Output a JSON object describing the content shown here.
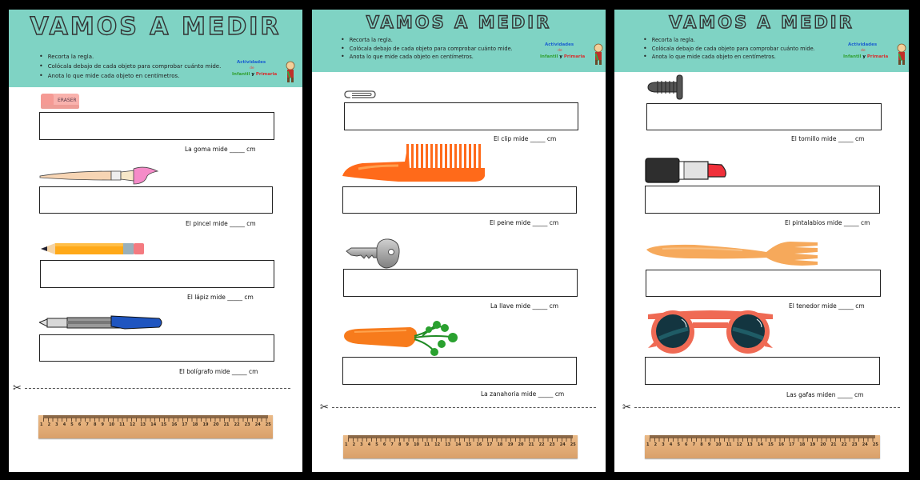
{
  "pages": [
    {
      "title": "VAMOS A MEDIR",
      "instructions": [
        "Recorta la regla.",
        "Colócala debajo de cada objeto para comprobar cuánto mide.",
        "Anota lo que mide cada objeto en centímetros."
      ],
      "logo": {
        "line1": "Actividades",
        "line2": "de",
        "line3a": "Infantil",
        "line3b": "y",
        "line3c": "Primaria"
      },
      "items": [
        {
          "object": "eraser-icon",
          "object_label": "ERASER",
          "caption": "La goma mide _____ cm",
          "box_value": ""
        },
        {
          "object": "paintbrush-icon",
          "caption": "El pincel mide _____ cm",
          "box_value": ""
        },
        {
          "object": "pencil-icon",
          "caption": "El lápiz mide _____ cm",
          "box_value": ""
        },
        {
          "object": "pen-icon",
          "caption": "El bolígrafo mide _____ cm",
          "box_value": ""
        }
      ],
      "ruler": {
        "numbers": [
          "1",
          "2",
          "3",
          "4",
          "5",
          "6",
          "7",
          "8",
          "9",
          "10",
          "11",
          "12",
          "13",
          "14",
          "15",
          "16",
          "17",
          "18",
          "19",
          "20",
          "21",
          "22",
          "23",
          "24",
          "25"
        ]
      }
    },
    {
      "title": "VAMOS A MEDIR",
      "instructions": [
        "Recorta la regla.",
        "Colócala debajo de cada objeto para comprobar cuánto mide.",
        "Anota lo que mide cada objeto en centímetros."
      ],
      "logo": {
        "line1": "Actividades",
        "line2": "de",
        "line3a": "Infantil",
        "line3b": "y",
        "line3c": "Primaria"
      },
      "items": [
        {
          "object": "paperclip-icon",
          "caption": "El clip mide _____ cm",
          "box_value": ""
        },
        {
          "object": "comb-icon",
          "caption": "El peine mide _____ cm",
          "box_value": ""
        },
        {
          "object": "key-icon",
          "caption": "La llave mide _____ cm",
          "box_value": ""
        },
        {
          "object": "carrot-icon",
          "caption": "La zanahoria mide _____ cm",
          "box_value": ""
        }
      ],
      "ruler": {
        "numbers": [
          "1",
          "2",
          "3",
          "4",
          "5",
          "6",
          "7",
          "8",
          "9",
          "10",
          "11",
          "12",
          "13",
          "14",
          "15",
          "16",
          "17",
          "18",
          "19",
          "20",
          "21",
          "22",
          "23",
          "24",
          "25"
        ]
      }
    },
    {
      "title": "VAMOS A MEDIR",
      "instructions": [
        "Recorta la regla.",
        "Colócala debajo de cada objeto para comprobar cuánto mide.",
        "Anota lo que mide cada objeto en centímetros."
      ],
      "logo": {
        "line1": "Actividades",
        "line2": "de",
        "line3a": "Infantil",
        "line3b": "y",
        "line3c": "Primaria"
      },
      "items": [
        {
          "object": "screw-icon",
          "caption": "El tornillo mide _____ cm",
          "box_value": ""
        },
        {
          "object": "lipstick-icon",
          "caption": "El pintalabios mide _____ cm",
          "box_value": ""
        },
        {
          "object": "fork-icon",
          "caption": "El tenedor mide _____ cm",
          "box_value": ""
        },
        {
          "object": "sunglasses-icon",
          "caption": "Las gafas miden _____ cm",
          "box_value": ""
        }
      ],
      "ruler": {
        "numbers": [
          "1",
          "2",
          "3",
          "4",
          "5",
          "6",
          "7",
          "8",
          "9",
          "10",
          "11",
          "12",
          "13",
          "14",
          "15",
          "16",
          "17",
          "18",
          "19",
          "20",
          "21",
          "22",
          "23",
          "24",
          "25"
        ]
      }
    }
  ],
  "colors": {
    "header": "#7fd3c4",
    "background": "#000000",
    "page": "#ffffff"
  }
}
